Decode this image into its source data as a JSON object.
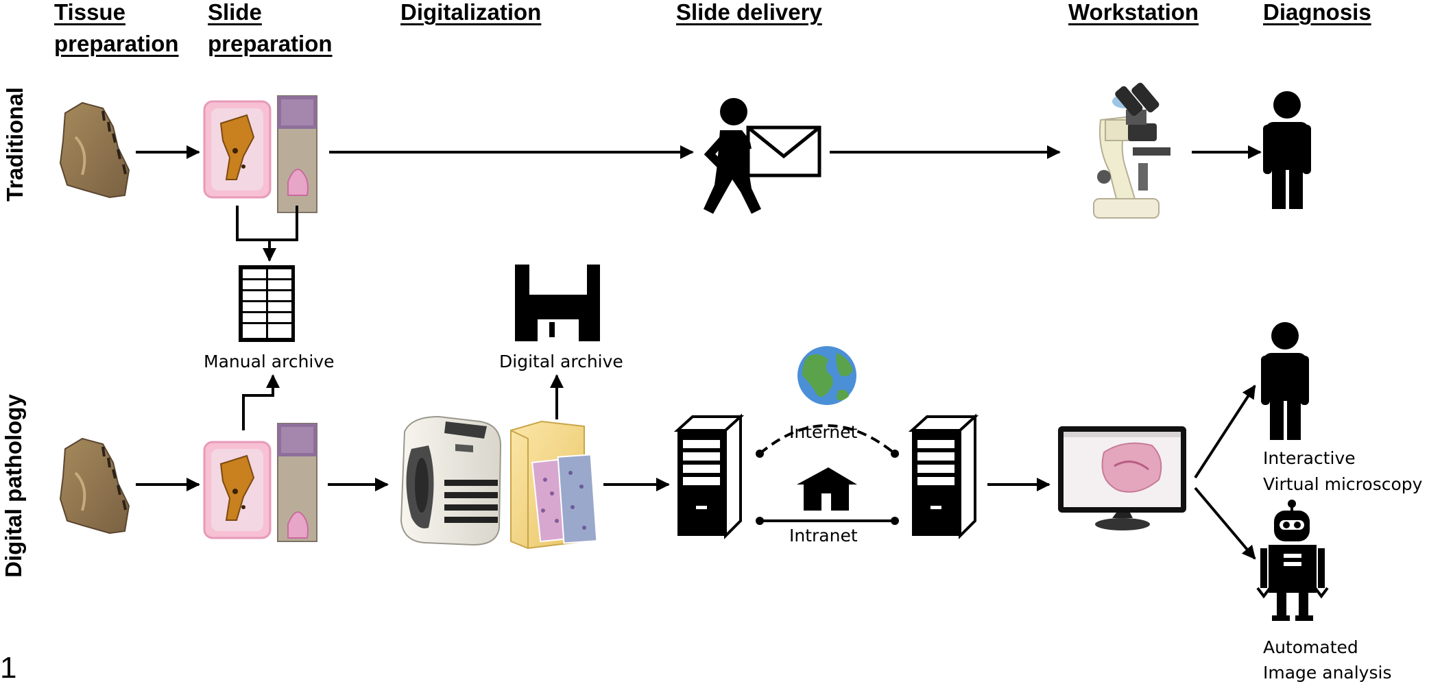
{
  "headers": {
    "tissue_1": "Tissue",
    "tissue_2": "preparation",
    "slide_1": "Slide",
    "slide_2": "preparation",
    "digitalization": "Digitalization",
    "slide_delivery": "Slide delivery",
    "workstation": "Workstation",
    "diagnosis": "Diagnosis"
  },
  "rows": {
    "traditional": "Traditional",
    "digital": "Digital pathology"
  },
  "labels": {
    "manual_archive": "Manual archive",
    "digital_archive": "Digital archive",
    "internet": "Internet",
    "intranet": "Intranet",
    "interactive_1": "Interactive",
    "interactive_2": "Virtual microscopy",
    "automated_1": "Automated",
    "automated_2": "Image analysis"
  },
  "figure_number": "1",
  "icons": [
    "tissue-sample",
    "glass-slide",
    "slide-cassette",
    "archive-cabinet",
    "person-carrying-envelope",
    "microscope",
    "person-icon",
    "floppy-disk-icon",
    "slide-scanner",
    "folder-icon",
    "server-icon",
    "globe-icon",
    "house-icon",
    "monitor-icon",
    "robot-icon"
  ]
}
